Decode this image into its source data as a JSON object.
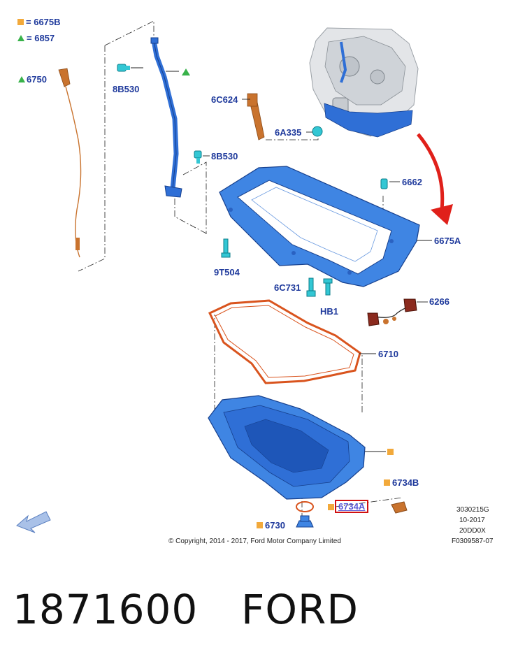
{
  "legend": {
    "square_code": "6675B",
    "triangle_code": "6857",
    "square_color": "#f2a93b",
    "triangle_color": "#38b24a"
  },
  "labels": {
    "p6750": "6750",
    "p8B530a": "8B530",
    "p6C624": "6C624",
    "p6A335": "6A335",
    "p8B530b": "8B530",
    "p6662": "6662",
    "p6675A": "6675A",
    "p9T504": "9T504",
    "p6C731": "6C731",
    "pHB1": "HB1",
    "p6266": "6266",
    "p6710": "6710",
    "p6734B": "6734B",
    "p6734A": "6734A",
    "p6730": "6730"
  },
  "meta": {
    "line1": "3030215G",
    "line2": "10-2017",
    "line3": "20DD0X",
    "line4": "F0309587-07",
    "copyright": "© Copyright, 2014 - 2017, Ford Motor Company Limited"
  },
  "footer": {
    "part_number": "1871600",
    "brand": "FORD"
  },
  "colors": {
    "label_blue": "#1f3a9c",
    "part_blue": "#2f6fd6",
    "gasket_orange": "#d9541e",
    "arrow_red": "#e0201a",
    "copper": "#c9732e"
  }
}
